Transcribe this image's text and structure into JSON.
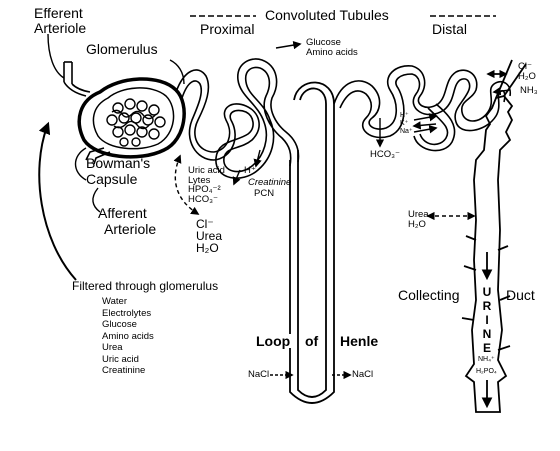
{
  "labels": {
    "efferent": [
      "Efferent",
      "Arteriole"
    ],
    "glomerulus": "Glomerulus",
    "convoluted_tubules": "Convoluted Tubules",
    "proximal": "Proximal",
    "distal": "Distal",
    "glucose_aa": [
      "Glucose",
      "Amino acids"
    ],
    "bowmans": [
      "Bowman's",
      "Capsule"
    ],
    "afferent": [
      "Afferent",
      "Arteriole"
    ],
    "proximal_secreted": [
      "Uric acid",
      "Lytes",
      "HPO₄⁻²",
      "HCO₃⁻"
    ],
    "h_plus": "H⁺",
    "creatinine": "Creatinine",
    "pcn": "PCN",
    "cl_urea_water": [
      "Cl⁻",
      "Urea",
      "H₂O"
    ],
    "distal_cl_water": [
      "Cl⁻",
      "H₂O"
    ],
    "nh3": "NH₃",
    "distal_ions": [
      "H⁺",
      "K⁺",
      "Na⁺"
    ],
    "hco3_distal": "HCO₃⁻",
    "urea_water": [
      "Urea",
      "H₂O"
    ],
    "collecting": "Collecting",
    "duct": "Duct",
    "urine_letters": [
      "U",
      "R",
      "I",
      "N",
      "E"
    ],
    "nh4": "NH₄⁺",
    "h2po4": "H₂PO₄",
    "loop": "Loop",
    "of": "of",
    "henle": "Henle",
    "nacl_left": "NaCl",
    "nacl_right": "NaCl",
    "filtered_title": "Filtered through glomerulus",
    "filtered_items": [
      "Water",
      "Electrolytes",
      "Glucose",
      "Amino acids",
      "Urea",
      "Uric acid",
      "Creatinine"
    ]
  }
}
